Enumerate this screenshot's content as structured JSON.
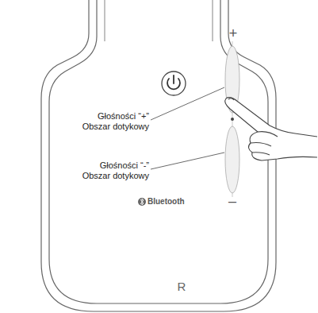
{
  "diagram": {
    "labels": [
      "+",
      "Głośności “+” Obszar dotykowy",
      "Głośności “-” Obszar dotykowy",
      "Bluetooth",
      "–",
      "R"
    ]
  }
}
